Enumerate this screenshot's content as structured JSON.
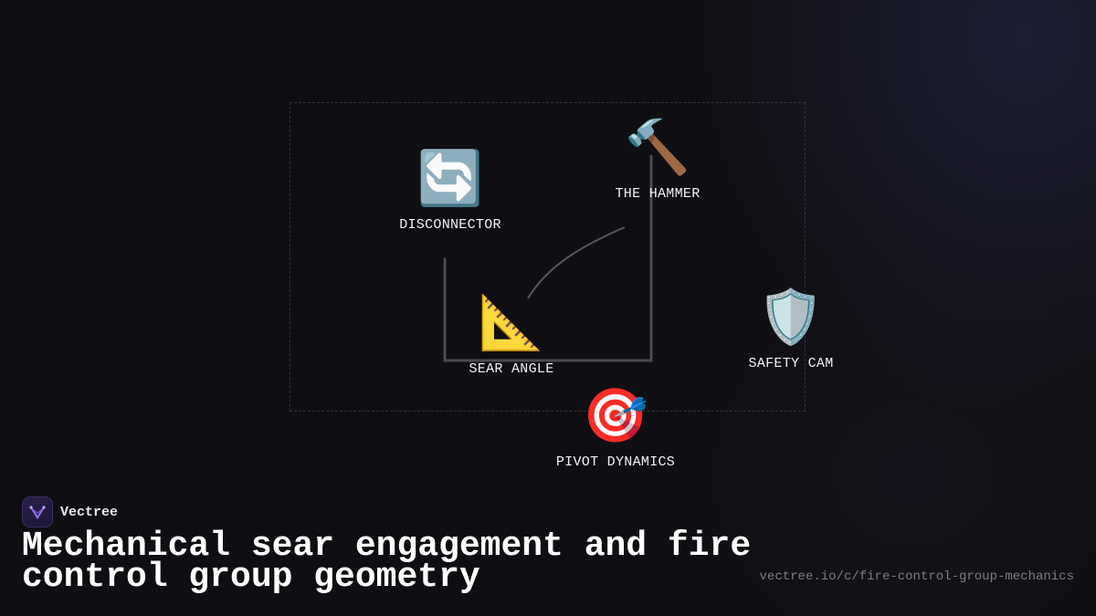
{
  "diagram": {
    "nodes": [
      {
        "id": "disconnector",
        "icon": "🔄",
        "icon_name": "counterclockwise-arrows-icon",
        "label": "DISCONNECTOR"
      },
      {
        "id": "hammer",
        "icon": "🔨",
        "icon_name": "hammer-icon",
        "label": "THE HAMMER"
      },
      {
        "id": "sear_angle",
        "icon": "📐",
        "icon_name": "triangular-ruler-icon",
        "label": "SEAR ANGLE"
      },
      {
        "id": "safety_cam",
        "icon": "🛡️",
        "icon_name": "shield-icon",
        "label": "SAFETY CAM"
      },
      {
        "id": "pivot_dynamics",
        "icon": "🎯",
        "icon_name": "target-icon",
        "label": "PIVOT DYNAMICS"
      }
    ]
  },
  "brand": {
    "name": "Vectree",
    "logo_icon": "vectree-logo-icon",
    "accent": "#8b5cf6"
  },
  "footer": {
    "title": "Mechanical sear engagement and fire control group geometry",
    "url": "vectree.io/c/fire-control-group-mechanics"
  },
  "colors": {
    "background": "#0f0f13",
    "connector": "#4a4a50",
    "frame": "#34343c"
  }
}
